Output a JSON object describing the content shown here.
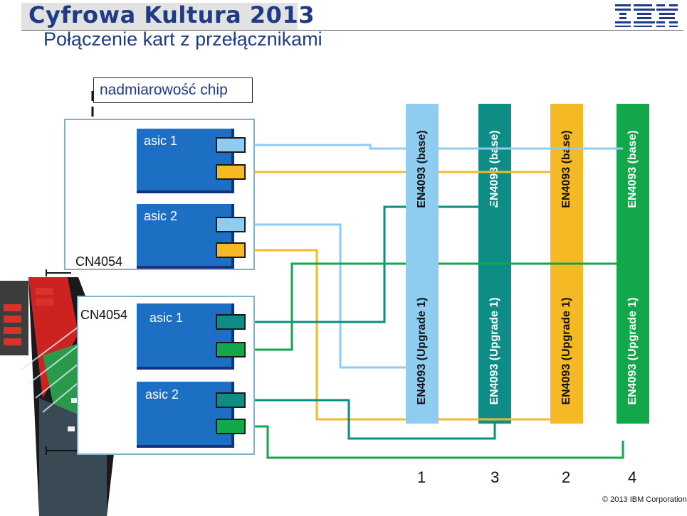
{
  "header": {
    "event_title": "Cyfrowa Kultura 2013",
    "company_logo": "IBM",
    "page_title": "Połączenie kart z przełącznikami"
  },
  "diagram": {
    "redundancy_label": "nadmiarowość chip",
    "cards": [
      {
        "name": "CN4054",
        "asics": [
          "asic 1",
          "asic 2"
        ]
      },
      {
        "name": "CN4054",
        "asics": [
          "asic 1",
          "asic 2"
        ]
      }
    ],
    "switches": [
      {
        "base": "EN4093 (base)",
        "upgrade": "EN4093 (Upgrade 1)",
        "number": "1",
        "color": "#8ecdf0"
      },
      {
        "base": "EN4093 (base)",
        "upgrade": "EN4093 (Upgrade 1)",
        "number": "3",
        "color": "#0e8c86"
      },
      {
        "base": "EN4093 (base)",
        "upgrade": "EN4093 (Upgrade 1)",
        "number": "2",
        "color": "#f6b926"
      },
      {
        "base": "EN4093 (base)",
        "upgrade": "EN4093 (Upgrade 1)",
        "number": "4",
        "color": "#12a84a"
      }
    ],
    "port_colors": {
      "light_blue": "#8ecdf0",
      "orange": "#f6b926",
      "teal": "#0e8c86",
      "green": "#12a84a"
    },
    "asic_color": "#1d6fc4"
  },
  "footer": {
    "copyright": "© 2013 IBM Corporation"
  }
}
